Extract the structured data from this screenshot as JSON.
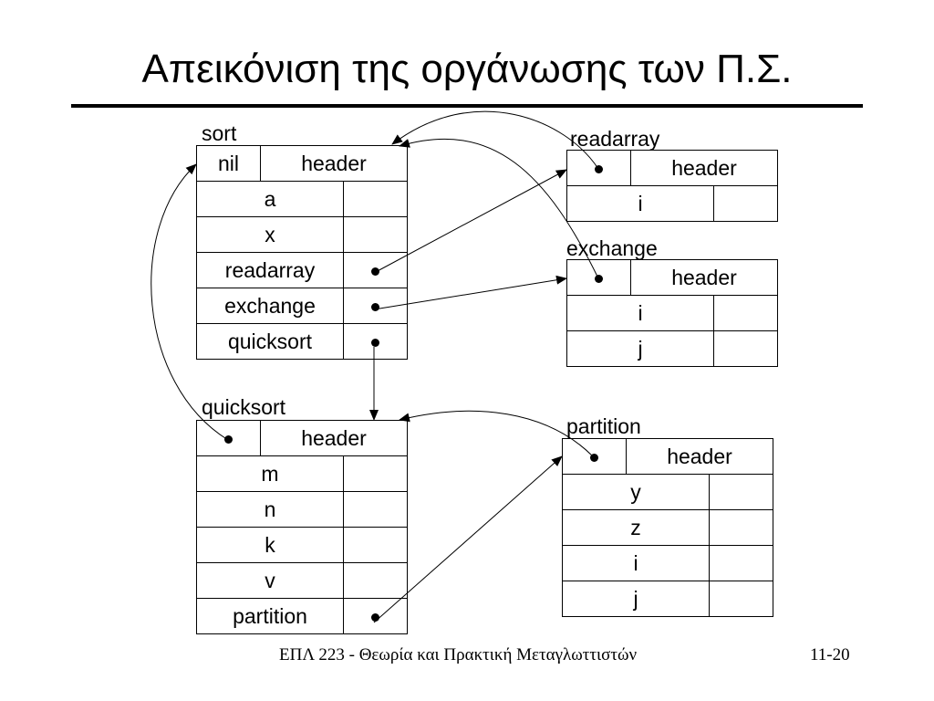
{
  "title": "Απεικόνιση της οργάνωσης των Π.Σ.",
  "records": {
    "sort": {
      "name": "sort",
      "link": "nil",
      "header": "header",
      "rows": [
        "a",
        "x",
        "readarray",
        "exchange",
        "quicksort"
      ]
    },
    "readarray": {
      "name": "readarray",
      "header": "header",
      "rows": [
        "i"
      ]
    },
    "exchange": {
      "name": "exchange",
      "header": "header",
      "rows": [
        "i",
        "j"
      ]
    },
    "quicksort": {
      "name": "quicksort",
      "header": "header",
      "rows": [
        "m",
        "n",
        "k",
        "v",
        "partition"
      ]
    },
    "partition": {
      "name": "partition",
      "header": "header",
      "rows": [
        "y",
        "z",
        "i",
        "j"
      ]
    }
  },
  "footer": {
    "course": "ΕΠΛ 223 - Θεωρία και Πρακτική Μεταγλωττιστών",
    "page": "11-20"
  }
}
